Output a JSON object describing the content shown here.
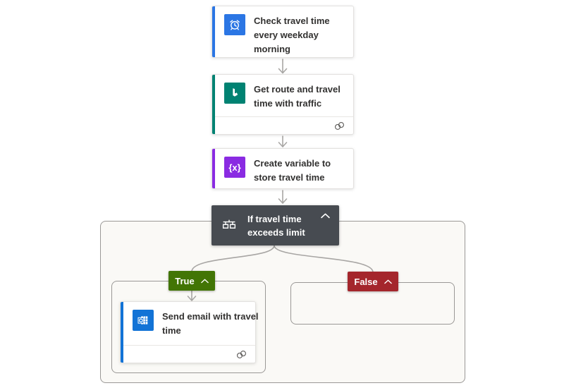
{
  "flow": {
    "trigger": {
      "title": "Check travel time every weekday morning",
      "lines": [
        "Check travel time",
        "every weekday",
        "morning"
      ],
      "icon": "alarm-clock-icon",
      "accent_color": "#2b76e4"
    },
    "bing_action": {
      "title": "Get route and travel time with traffic",
      "lines": [
        "Get route and travel",
        "time with traffic"
      ],
      "icon": "bing-maps-icon",
      "accent_color": "#008272",
      "footer_icon": "connection-rings-icon"
    },
    "variable_action": {
      "title": "Create variable to store travel time",
      "lines": [
        "Create variable to",
        "store travel time"
      ],
      "icon": "variable-icon",
      "icon_glyph": "{x}",
      "accent_color": "#8a2be2"
    },
    "condition": {
      "title": "If travel time exceeds limit",
      "lines": [
        "If travel time",
        "exceeds limit"
      ],
      "icon": "condition-branch-icon",
      "bg_color": "#474b51",
      "collapse_icon": "chevron-up-icon"
    },
    "true_branch": {
      "label": "True",
      "bg_color": "#427505",
      "collapse_icon": "chevron-up-icon",
      "email_action": {
        "title": "Send email with travel time",
        "lines": [
          "Send email with travel",
          "time"
        ],
        "icon": "outlook-icon",
        "accent_color": "#1273d6",
        "footer_icon": "connection-rings-icon"
      }
    },
    "false_branch": {
      "label": "False",
      "bg_color": "#a4262c",
      "collapse_icon": "chevron-up-icon"
    }
  },
  "colors": {
    "connector": "#a8a6a4",
    "scope_border": "#9a9896",
    "scope_fill": "#faf9f6",
    "card_title_text": "#323130",
    "canvas_bg": "#ffffff"
  }
}
